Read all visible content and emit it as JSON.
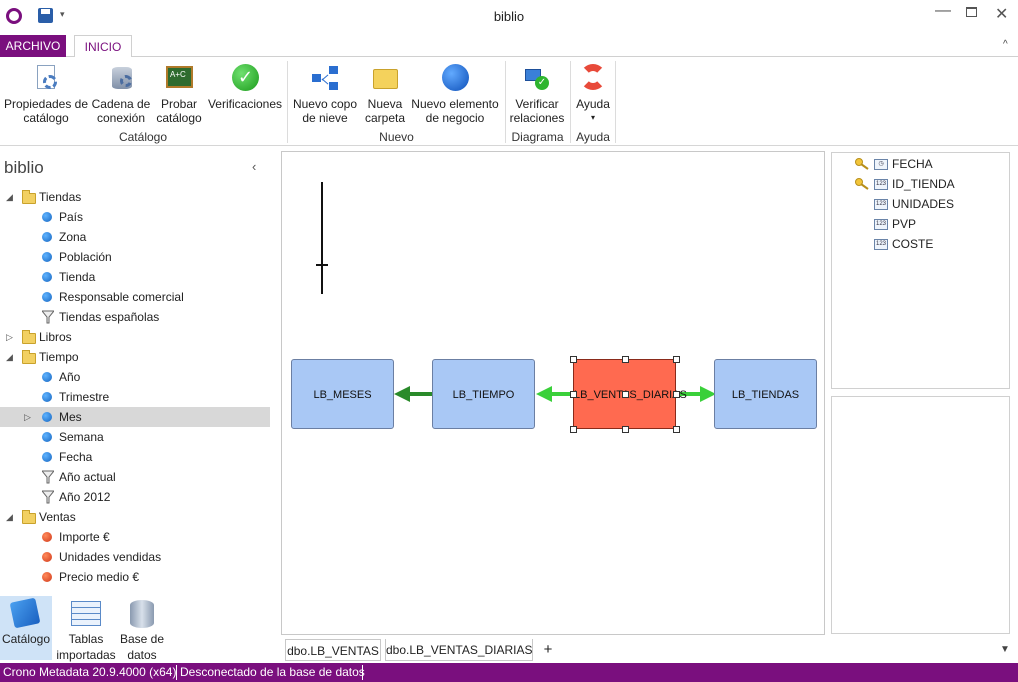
{
  "window": {
    "title": "biblio"
  },
  "tabs": [
    {
      "label": "ARCHIVO"
    },
    {
      "label": "INICIO"
    }
  ],
  "ribbon": {
    "buttons": [
      {
        "line1": "Propiedades de",
        "line2": "catálogo",
        "icon": "catalog-properties-icon"
      },
      {
        "line1": "Cadena de",
        "line2": "conexión",
        "icon": "connection-string-icon"
      },
      {
        "line1": "Probar",
        "line2": "catálogo",
        "icon": "test-catalog-icon"
      },
      {
        "line1": "Verificaciones",
        "line2": "",
        "icon": "check-icon"
      },
      {
        "line1": "Nuevo copo",
        "line2": "de nieve",
        "icon": "snowflake-icon"
      },
      {
        "line1": "Nueva",
        "line2": "carpeta",
        "icon": "folder-icon"
      },
      {
        "line1": "Nuevo elemento",
        "line2": "de negocio",
        "icon": "business-element-icon"
      },
      {
        "line1": "Verificar",
        "line2": "relaciones",
        "icon": "verify-relations-icon"
      },
      {
        "line1": "Ayuda",
        "line2": "▾",
        "icon": "help-lifebuoy-icon"
      }
    ],
    "groups": [
      "Catálogo",
      "Nuevo",
      "Diagrama",
      "Ayuda"
    ]
  },
  "left_panel": {
    "title": "biblio",
    "tree": [
      {
        "label": "Tiendas",
        "kind": "folder",
        "indent": 0,
        "expanded": true
      },
      {
        "label": "País",
        "kind": "blue",
        "indent": 1
      },
      {
        "label": "Zona",
        "kind": "blue",
        "indent": 1
      },
      {
        "label": "Población",
        "kind": "blue",
        "indent": 1
      },
      {
        "label": "Tienda",
        "kind": "blue",
        "indent": 1
      },
      {
        "label": "Responsable comercial",
        "kind": "blue",
        "indent": 1
      },
      {
        "label": "Tiendas españolas",
        "kind": "filter",
        "indent": 1
      },
      {
        "label": "Libros",
        "kind": "folder",
        "indent": 0,
        "expanded": false
      },
      {
        "label": "Tiempo",
        "kind": "folder",
        "indent": 0,
        "expanded": true
      },
      {
        "label": "Año",
        "kind": "blue",
        "indent": 1
      },
      {
        "label": "Trimestre",
        "kind": "blue",
        "indent": 1
      },
      {
        "label": "Mes",
        "kind": "blue",
        "indent": 1,
        "selected": true,
        "expander": true
      },
      {
        "label": "Semana",
        "kind": "blue",
        "indent": 1
      },
      {
        "label": "Fecha",
        "kind": "blue",
        "indent": 1
      },
      {
        "label": "Año actual",
        "kind": "filter",
        "indent": 1
      },
      {
        "label": "Año 2012",
        "kind": "filter",
        "indent": 1
      },
      {
        "label": "Ventas",
        "kind": "folder",
        "indent": 0,
        "expanded": true
      },
      {
        "label": "Importe €",
        "kind": "red",
        "indent": 1
      },
      {
        "label": "Unidades vendidas",
        "kind": "red",
        "indent": 1
      },
      {
        "label": "Precio medio €",
        "kind": "red",
        "indent": 1
      }
    ],
    "bottom_buttons": [
      {
        "line1": "Catálogo",
        "line2": ""
      },
      {
        "line1": "Tablas",
        "line2": "importadas"
      },
      {
        "line1": "Base de",
        "line2": "datos"
      }
    ]
  },
  "diagram": {
    "nodes": [
      "LB_MESES",
      "LB_TIEMPO",
      "LB_VENTAS_DIARIAS",
      "LB_TIENDAS"
    ],
    "selected_color": "#ff6a50",
    "node_color": "#a9c8f5"
  },
  "columns": [
    {
      "name": "FECHA",
      "key": true,
      "type": "date"
    },
    {
      "name": "ID_TIENDA",
      "key": true,
      "type": "num"
    },
    {
      "name": "UNIDADES",
      "key": false,
      "type": "num"
    },
    {
      "name": "PVP",
      "key": false,
      "type": "num"
    },
    {
      "name": "COSTE",
      "key": false,
      "type": "num"
    }
  ],
  "doc_tabs": [
    {
      "label": "dbo.LB_VENTAS"
    },
    {
      "label": "dbo.LB_VENTAS_DIARIAS"
    },
    {
      "label": "+"
    }
  ],
  "status": {
    "version": "Crono Metadata 20.9.4000 (x64)",
    "connection": "Desconectado de la base de datos"
  },
  "colors": {
    "accent": "#7a0f7e"
  }
}
